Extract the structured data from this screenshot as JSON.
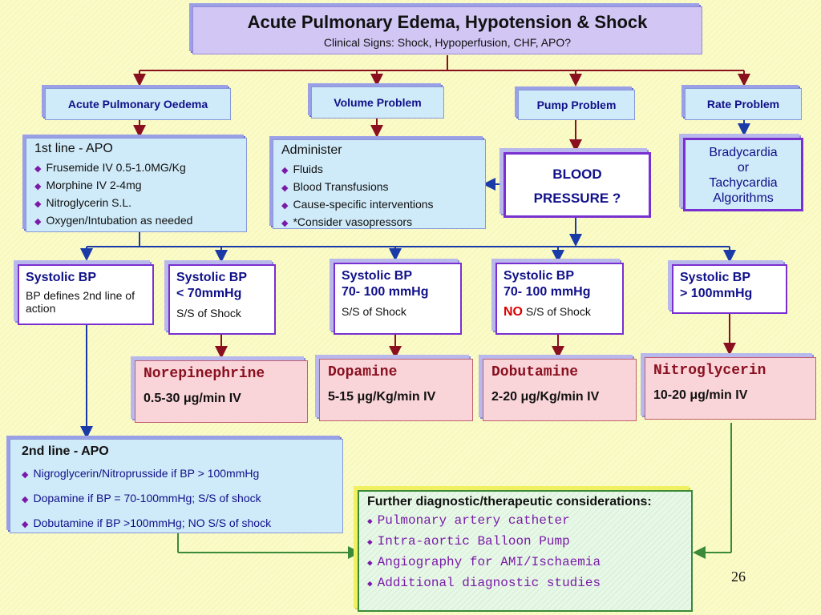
{
  "title": {
    "main": "Acute Pulmonary Edema, Hypotension & Shock",
    "sub": "Clinical Signs: Shock, Hypoperfusion, CHF, APO?"
  },
  "branches": {
    "apo": "Acute Pulmonary Oedema",
    "volume": "Volume Problem",
    "pump": "Pump Problem",
    "rate": "Rate Problem"
  },
  "first_line": {
    "heading": "1st line - APO",
    "items": [
      "Frusemide IV 0.5-1.0MG/Kg",
      "Morphine IV 2-4mg",
      "Nitroglycerin S.L.",
      "Oxygen/Intubation as needed"
    ]
  },
  "administer": {
    "heading": "Administer",
    "items": [
      "Fluids",
      "Blood Transfusions",
      "Cause-specific interventions",
      "*Consider vasopressors"
    ]
  },
  "blood_pressure": {
    "line1": "BLOOD",
    "line2": "PRESSURE ?"
  },
  "rate_algorithms": {
    "line1": "Bradycardia",
    "line2": "or",
    "line3": "Tachycardia",
    "line4": "Algorithms"
  },
  "systolic": [
    {
      "title": "Systolic BP",
      "desc": "BP defines 2nd line of action"
    },
    {
      "title": "Systolic BP",
      "title2": "< 70mmHg",
      "desc": "S/S of Shock"
    },
    {
      "title": "Systolic BP",
      "title2": "70- 100 mmHg",
      "desc": "S/S of Shock"
    },
    {
      "title": "Systolic BP",
      "title2": "70- 100 mmHg",
      "no": "NO",
      "desc": "S/S of Shock"
    },
    {
      "title": "Systolic BP",
      "title2": "> 100mmHg"
    }
  ],
  "drugs": [
    {
      "name": "Norepinephrine",
      "dose": "0.5-30 μg/min IV"
    },
    {
      "name": "Dopamine",
      "dose": "5-15 μg/Kg/min IV"
    },
    {
      "name": "Dobutamine",
      "dose": "2-20 μg/Kg/min IV"
    },
    {
      "name": "Nitroglycerin",
      "dose": "10-20 μg/min IV"
    }
  ],
  "second_line": {
    "heading": "2nd line - APO",
    "items": [
      "Nigroglycerin/Nitroprusside if BP > 100mmHg",
      "Dopamine if BP = 70-100mmHg; S/S of shock",
      "Dobutamine if  BP >100mmHg; NO S/S of shock"
    ]
  },
  "further": {
    "heading": "Further diagnostic/therapeutic considerations:",
    "items": [
      "Pulmonary artery catheter",
      "Intra-aortic Balloon Pump",
      "Angiography for AMI/Ischaemia",
      "Additional diagnostic studies"
    ]
  },
  "page_number": "26",
  "colors": {
    "arrow": "#8a1020",
    "connector_blue": "#1a3aa8",
    "connector_green": "#3a8a3a",
    "accent_purple": "#7a2fd0"
  },
  "icons": {
    "bullet": "diamond-bullet-icon"
  }
}
